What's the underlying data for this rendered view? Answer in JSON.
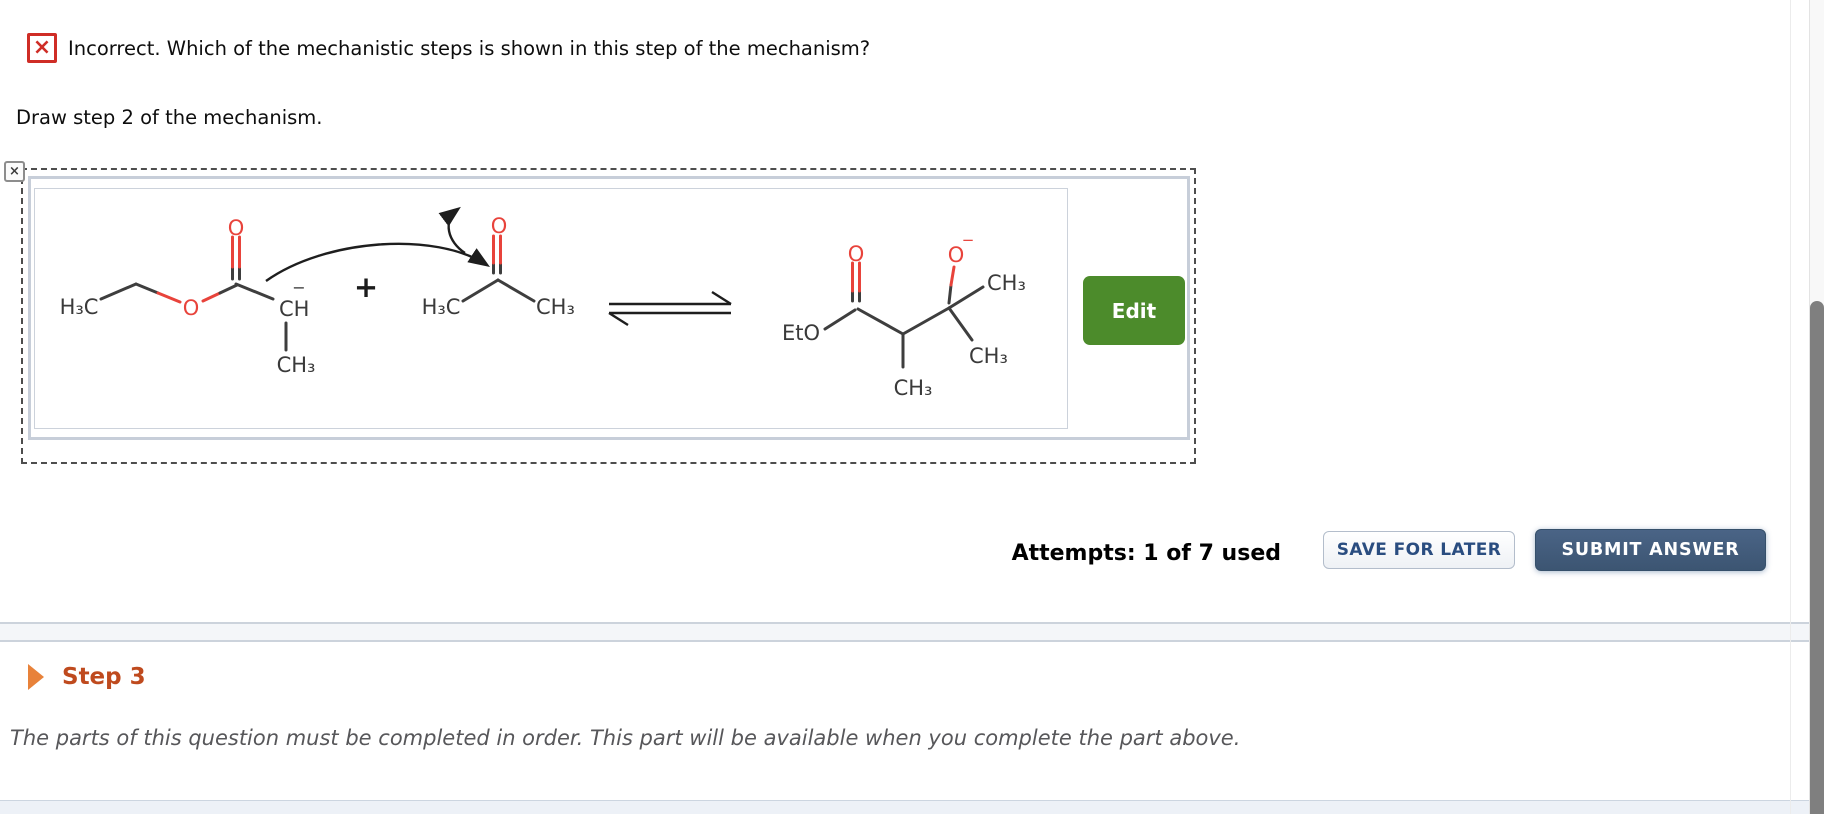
{
  "feedback": {
    "message": "Incorrect. Which of the mechanistic steps is shown in this step of the mechanism?"
  },
  "prompt": "Draw step 2 of the mechanism.",
  "answer_area": {
    "close": "×",
    "edit": "Edit"
  },
  "molecules": {
    "ester": {
      "h3c": "H₃C",
      "o_ester": "O",
      "o_carbonyl": "O",
      "ch": "CH",
      "charge": "−",
      "ch3": "CH₃"
    },
    "plus": "+",
    "acetone": {
      "h3c": "H₃C",
      "o": "O",
      "ch3": "CH₃"
    },
    "product": {
      "eto": "EtO",
      "o_carbonyl": "O",
      "o_alkoxide": "O",
      "charge": "−",
      "ch3_methyl": "CH₃",
      "ch3_top": "CH₃",
      "ch3_bottom": "CH₃"
    }
  },
  "attempts": "Attempts: 1 of 7 used",
  "actions": {
    "save": "SAVE FOR LATER",
    "submit": "SUBMIT ANSWER"
  },
  "step3": {
    "title": "Step 3",
    "locked_message": "The parts of this question must be completed in order. This part will be available when you complete the part above."
  },
  "colors": {
    "incorrect_red": "#cf2d26",
    "oxygen_red": "#e8433b",
    "edit_green": "#4c8b2b",
    "submit_navy": "#3e5a76",
    "save_blue_text": "#2a4d80",
    "step_orange_text": "#bf4a1e",
    "step_triangle_orange": "#e8823a"
  }
}
